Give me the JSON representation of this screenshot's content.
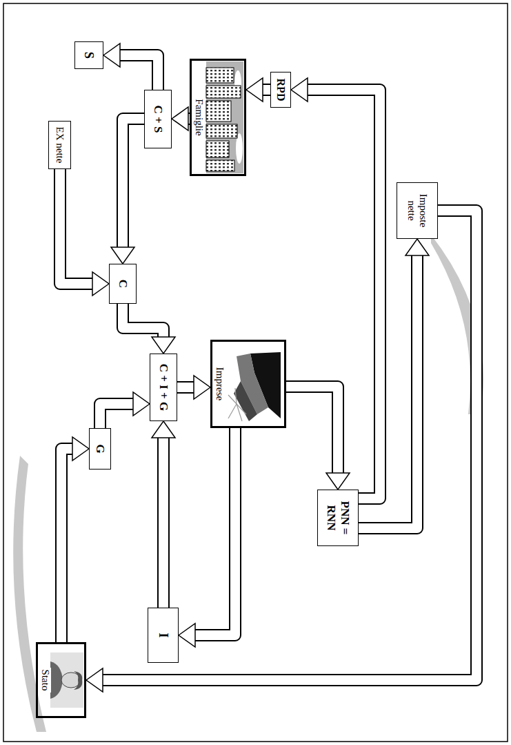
{
  "diagram": {
    "nodes": [
      {
        "text": [
          "S"
        ]
      },
      {
        "text": [
          "C + S"
        ]
      },
      {
        "text": [
          "Famiglie"
        ]
      },
      {
        "text": [
          "EX nette"
        ]
      },
      {
        "text": [
          "C"
        ]
      },
      {
        "text": [
          "C + I + G"
        ]
      },
      {
        "text": [
          "G"
        ]
      },
      {
        "text": [
          "Imprese"
        ]
      },
      {
        "text": [
          "I"
        ]
      },
      {
        "text": [
          "PNN = RNN"
        ]
      },
      {
        "text": [
          "Imposte nette"
        ]
      },
      {
        "text": [
          "RPD"
        ]
      },
      {
        "text": [
          "Stato"
        ]
      }
    ],
    "edges": [
      {
        "from": 2,
        "to": 1,
        "arrow": "to"
      },
      {
        "from": 1,
        "to": 0,
        "arrow": "to"
      },
      {
        "from": 1,
        "to": 4,
        "arrow": "to"
      },
      {
        "from": 3,
        "to": 4,
        "arrow": "to"
      },
      {
        "from": 4,
        "to": 5,
        "arrow": "to"
      },
      {
        "from": 6,
        "to": 5,
        "arrow": "to"
      },
      {
        "from": 8,
        "to": 5,
        "arrow": "to"
      },
      {
        "from": 5,
        "to": 7,
        "arrow": "to"
      },
      {
        "from": 7,
        "to": 9,
        "arrow": "to"
      },
      {
        "from": 9,
        "to": 10,
        "arrow": "to"
      },
      {
        "from": 9,
        "to": 11,
        "arrow": "to"
      },
      {
        "from": 11,
        "to": 2,
        "arrow": "to"
      },
      {
        "from": 10,
        "to": 12,
        "arrow": "to"
      },
      {
        "from": 12,
        "to": 6,
        "arrow": "to"
      },
      {
        "from": 7,
        "to": 8,
        "arrow": "to"
      }
    ]
  }
}
